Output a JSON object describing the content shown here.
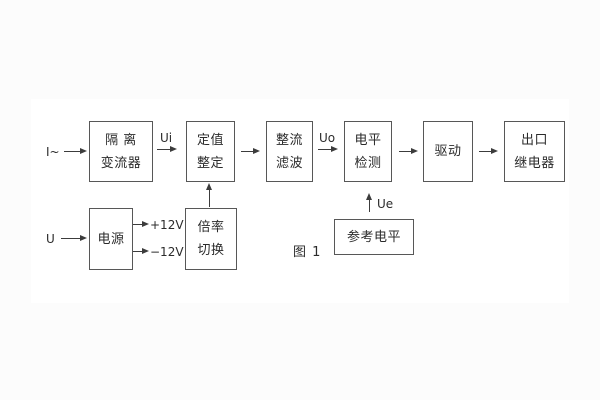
{
  "figure": {
    "caption": "图 1"
  },
  "colors": {
    "page_background": "#fcfcfc",
    "panel": "#ffffff",
    "line": "#3c3c3c",
    "border": "#575757",
    "text": "#2b2b2b"
  },
  "blocks": {
    "isolation": {
      "name": "isolation transformer",
      "lines": [
        "隔 离",
        "变流器"
      ]
    },
    "setting": {
      "name": "setpoint adjust",
      "lines": [
        "定值",
        "整定"
      ]
    },
    "rectifier": {
      "name": "rectify filter",
      "lines": [
        "整流",
        "滤波"
      ]
    },
    "level": {
      "name": "level detection",
      "lines": [
        "电平",
        "检测"
      ]
    },
    "drive": {
      "name": "drive",
      "lines": [
        "驱动"
      ]
    },
    "relay": {
      "name": "output relay",
      "lines": [
        "出口",
        "继电器"
      ]
    },
    "power": {
      "name": "power supply",
      "lines": [
        "电源"
      ]
    },
    "multiplier": {
      "name": "ratio switch",
      "lines": [
        "倍率",
        "切换"
      ]
    },
    "reference": {
      "name": "reference level",
      "lines": [
        "参考电平"
      ]
    }
  },
  "labels": {
    "input_current": "I~",
    "input_voltage": "U",
    "ui": "Ui",
    "uo": "Uo",
    "ue": "Ue",
    "plus12v": "+12V",
    "minus12v": "−12V"
  }
}
